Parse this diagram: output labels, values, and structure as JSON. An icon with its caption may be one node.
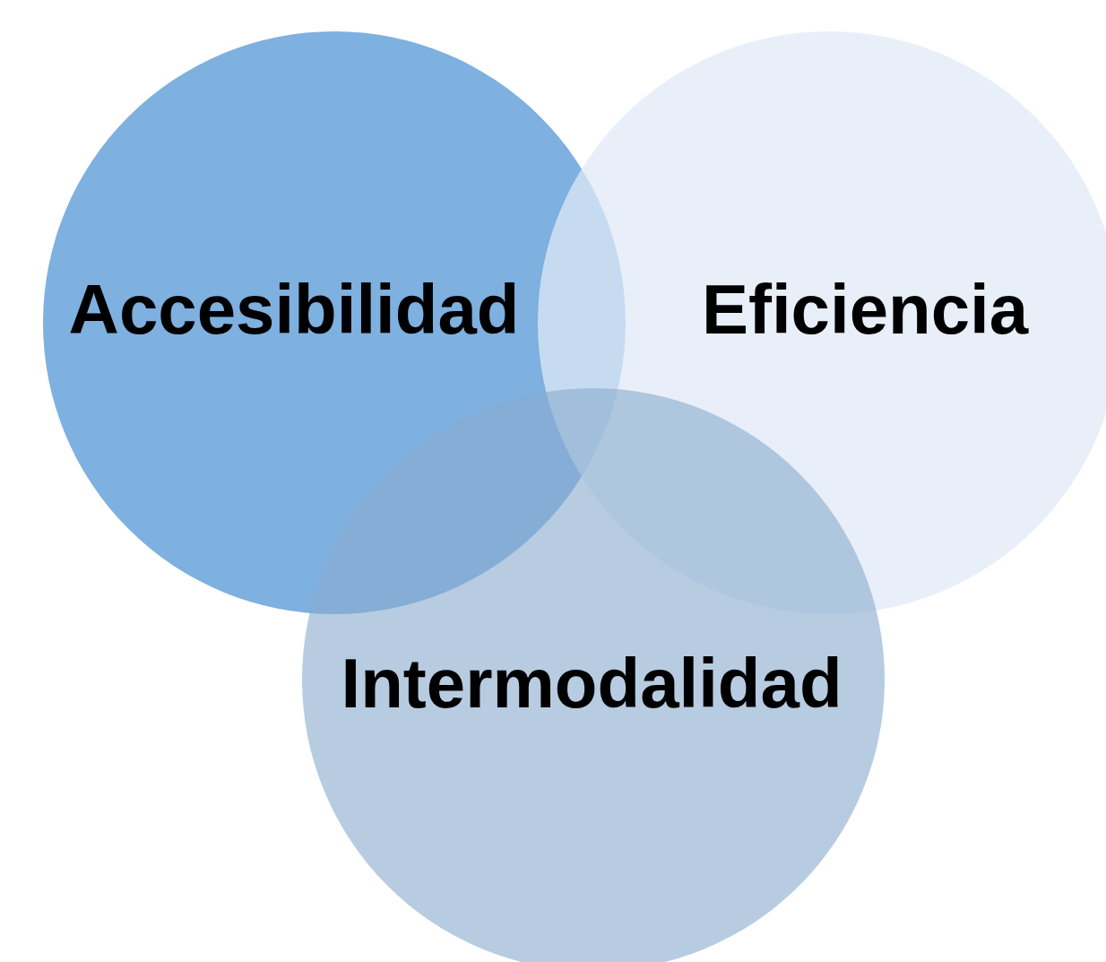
{
  "diagram": {
    "nodes": [
      {
        "text": [
          "Accesibilidad"
        ]
      },
      {
        "text": [
          "Eficiencia"
        ]
      },
      {
        "text": [
          "Intermodalidad"
        ]
      }
    ],
    "edges": []
  }
}
